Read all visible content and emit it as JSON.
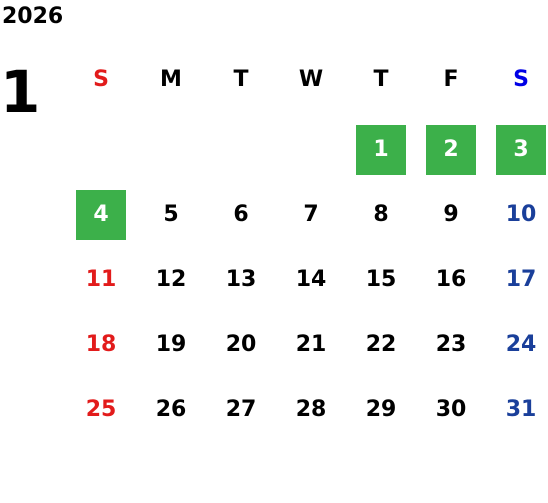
{
  "calendar": {
    "year": "2026",
    "month": "1",
    "weekdays": [
      "S",
      "M",
      "T",
      "W",
      "T",
      "F",
      "S"
    ],
    "weekday_colors": [
      "#e21b1b",
      "#000000",
      "#000000",
      "#000000",
      "#000000",
      "#000000",
      "#0000e6"
    ],
    "weekend_colors": {
      "sunday": "#e21b1b",
      "saturday": "#1a3f9a",
      "weekday": "#000000"
    },
    "highlight_color": "#3cb04a",
    "weeks": [
      [
        null,
        null,
        null,
        null,
        "1",
        "2",
        "3"
      ],
      [
        "4",
        "5",
        "6",
        "7",
        "8",
        "9",
        "10"
      ],
      [
        "11",
        "12",
        "13",
        "14",
        "15",
        "16",
        "17"
      ],
      [
        "18",
        "19",
        "20",
        "21",
        "22",
        "23",
        "24"
      ],
      [
        "25",
        "26",
        "27",
        "28",
        "29",
        "30",
        "31"
      ]
    ],
    "highlighted_days": [
      "1",
      "2",
      "3",
      "4"
    ]
  }
}
